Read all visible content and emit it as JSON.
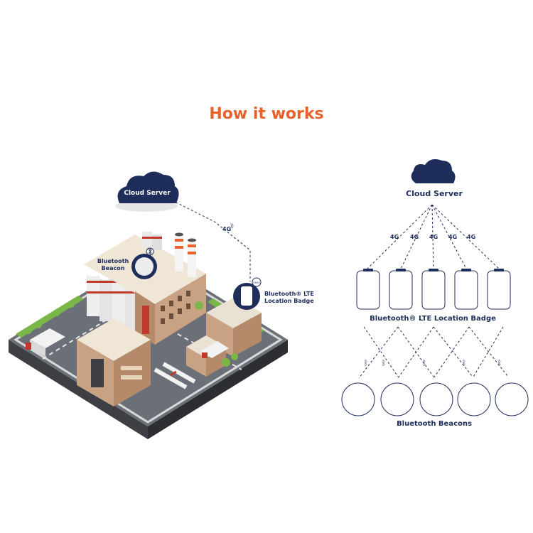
{
  "title": "How it works",
  "left": {
    "cloud_label": "Cloud Server",
    "link_label": "4G",
    "beacon_label_line1": "Bluetooth",
    "beacon_label_line2": "Beacon",
    "badge_label_line1": "Bluetooth® LTE",
    "badge_label_line2": "Location Badge",
    "badge_chip": "GNSS"
  },
  "right": {
    "cloud_label": "Cloud Server",
    "link_labels": [
      "4G",
      "4G",
      "4G",
      "4G",
      "4G"
    ],
    "badges_label": "Bluetooth® LTE Location Badge",
    "beacons_label": "Bluetooth Beacons"
  },
  "colors": {
    "title": "#e8622c",
    "navy": "#1f2d5a",
    "accent_red": "#c0392b",
    "asphalt": "#5b5f66",
    "grass": "#7ab648"
  }
}
